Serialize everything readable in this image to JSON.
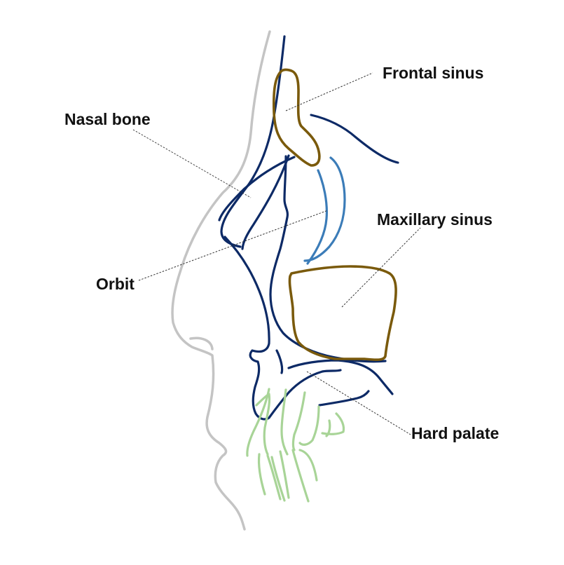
{
  "labels": {
    "frontal_sinus": "Frontal sinus",
    "nasal_bone": "Nasal bone",
    "maxillary_sinus": "Maxillary sinus",
    "orbit": "Orbit",
    "hard_palate": "Hard palate"
  },
  "colors": {
    "soft_tissue": "#c4c4c4",
    "bone": "#0d2a66",
    "orbit": "#3b7cb8",
    "sinus": "#7a5a0c",
    "teeth": "#a8d497",
    "label_text": "#111111",
    "leader_line": "#333333"
  }
}
